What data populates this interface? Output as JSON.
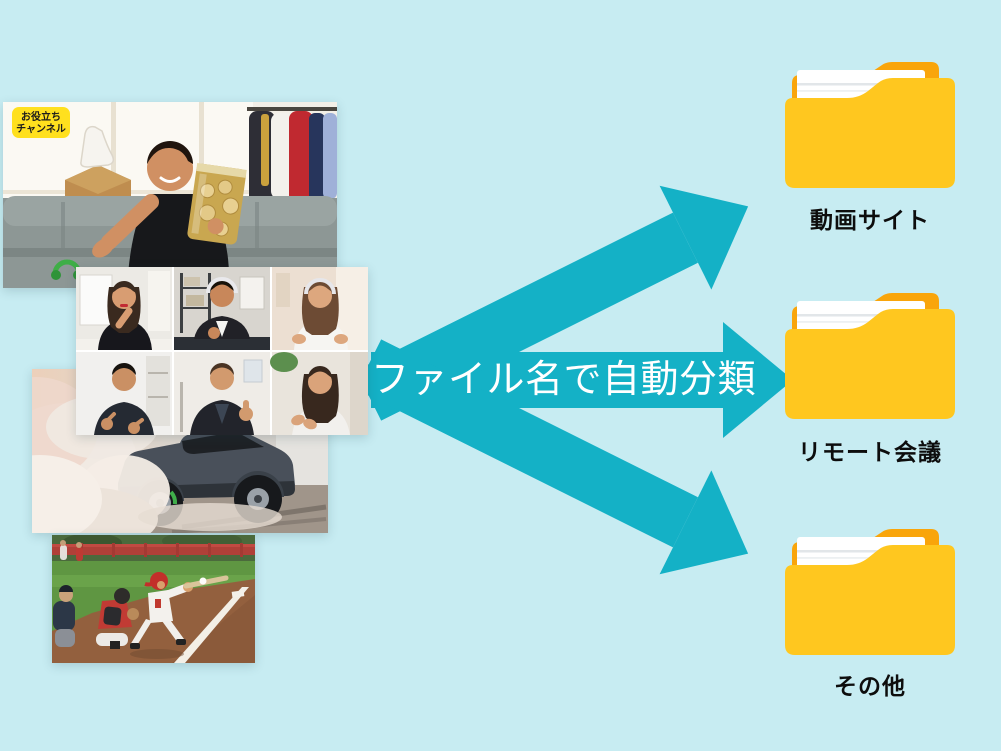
{
  "diagram": {
    "title": "ファイル名で自動分類",
    "background_color": "#c7ecf2",
    "arrow_color": "#14b1c6",
    "arrow_text_color": "#ffffff"
  },
  "source_videos": {
    "vlog_badge": {
      "line1": "お役立ち",
      "line2": "チャンネル",
      "badge_color": "#ffe01e"
    },
    "photo_icons": [
      "vlog-video-photo",
      "remote-meeting-photo",
      "drift-car-photo",
      "baseball-photo"
    ]
  },
  "folders": [
    {
      "label": "動画サイト",
      "icon": "folder-icon"
    },
    {
      "label": "リモート会議",
      "icon": "folder-icon"
    },
    {
      "label": "その他",
      "icon": "folder-icon"
    }
  ],
  "folder_style": {
    "front_color": "#ffc71f",
    "back_color": "#f9a50b",
    "paper_color": "#ffffff",
    "label_color": "#0d0d0d"
  }
}
